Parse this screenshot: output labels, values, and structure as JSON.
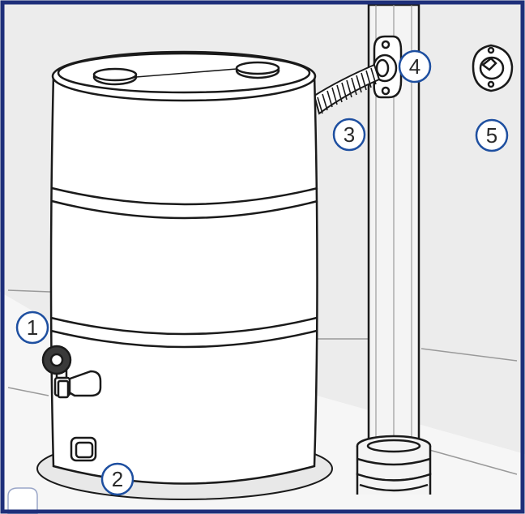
{
  "colors": {
    "frame_border": "#1e2f7a",
    "wall": "#ececec",
    "floor": "#f6f6f6",
    "line": "#1a1a1a",
    "callout_circle": "#1e4fa0",
    "callout_fill": "#ffffff",
    "callout_text": "#2a2a2a"
  },
  "callouts": [
    {
      "id": "1",
      "label": "1",
      "target": "spigot"
    },
    {
      "id": "2",
      "label": "2",
      "target": "drain-plug"
    },
    {
      "id": "3",
      "label": "3",
      "target": "flex-hose"
    },
    {
      "id": "4",
      "label": "4",
      "target": "downspout-diverter"
    },
    {
      "id": "5",
      "label": "5",
      "target": "diverter-cap"
    }
  ]
}
